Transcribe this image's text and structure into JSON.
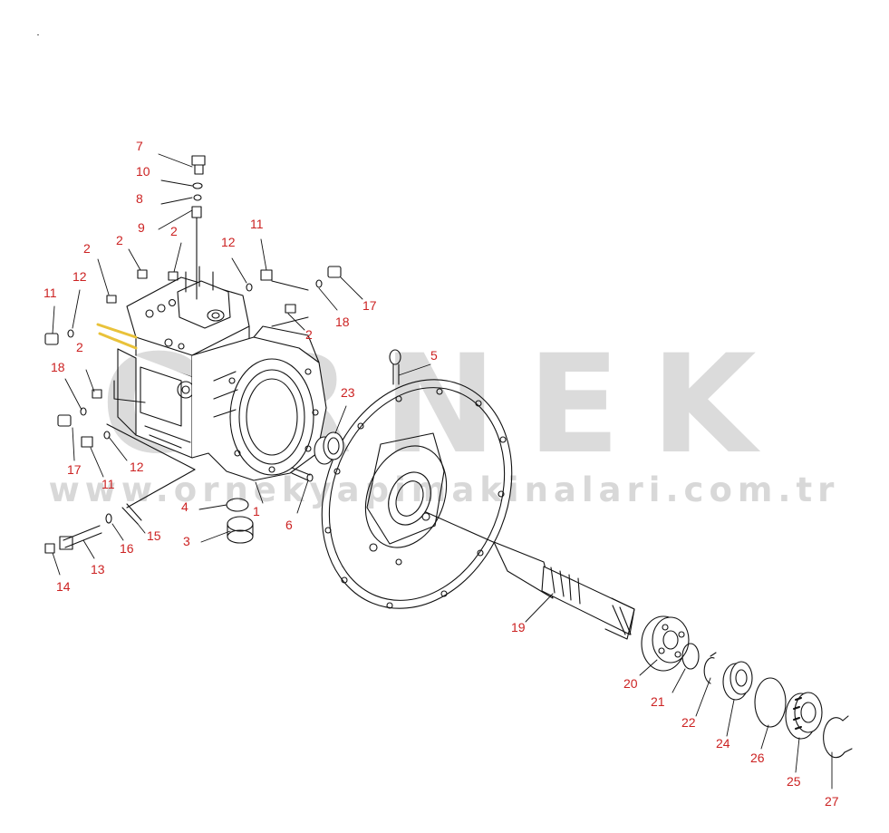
{
  "watermark": {
    "brand": "ORNEK",
    "url": "www.ornekyapimakinalari.com.tr"
  },
  "colors": {
    "callout": "#cc2222",
    "leader": "#111111",
    "watermark": "#cfcfcf",
    "highlight": "#e9c23a"
  },
  "callouts": [
    {
      "id": "c7",
      "text": "7"
    },
    {
      "id": "c10",
      "text": "10"
    },
    {
      "id": "c8",
      "text": "8"
    },
    {
      "id": "c9",
      "text": "9"
    },
    {
      "id": "c2a",
      "text": "2"
    },
    {
      "id": "c2b",
      "text": "2"
    },
    {
      "id": "c2c",
      "text": "2"
    },
    {
      "id": "c11a",
      "text": "11"
    },
    {
      "id": "c12a",
      "text": "12"
    },
    {
      "id": "c12b",
      "text": "12"
    },
    {
      "id": "c11b",
      "text": "11"
    },
    {
      "id": "c2d",
      "text": "2"
    },
    {
      "id": "c18a",
      "text": "18"
    },
    {
      "id": "c17a",
      "text": "17"
    },
    {
      "id": "c2e",
      "text": "2"
    },
    {
      "id": "c18b",
      "text": "18"
    },
    {
      "id": "c5",
      "text": "5"
    },
    {
      "id": "c23",
      "text": "23"
    },
    {
      "id": "c17b",
      "text": "17"
    },
    {
      "id": "c11c",
      "text": "11"
    },
    {
      "id": "c12c",
      "text": "12"
    },
    {
      "id": "c4",
      "text": "4"
    },
    {
      "id": "c1",
      "text": "1"
    },
    {
      "id": "c6",
      "text": "6"
    },
    {
      "id": "c3",
      "text": "3"
    },
    {
      "id": "c15",
      "text": "15"
    },
    {
      "id": "c16",
      "text": "16"
    },
    {
      "id": "c13",
      "text": "13"
    },
    {
      "id": "c14",
      "text": "14"
    },
    {
      "id": "c19",
      "text": "19"
    },
    {
      "id": "c20",
      "text": "20"
    },
    {
      "id": "c21",
      "text": "21"
    },
    {
      "id": "c22",
      "text": "22"
    },
    {
      "id": "c24",
      "text": "24"
    },
    {
      "id": "c26",
      "text": "26"
    },
    {
      "id": "c25",
      "text": "25"
    },
    {
      "id": "c27",
      "text": "27"
    }
  ]
}
